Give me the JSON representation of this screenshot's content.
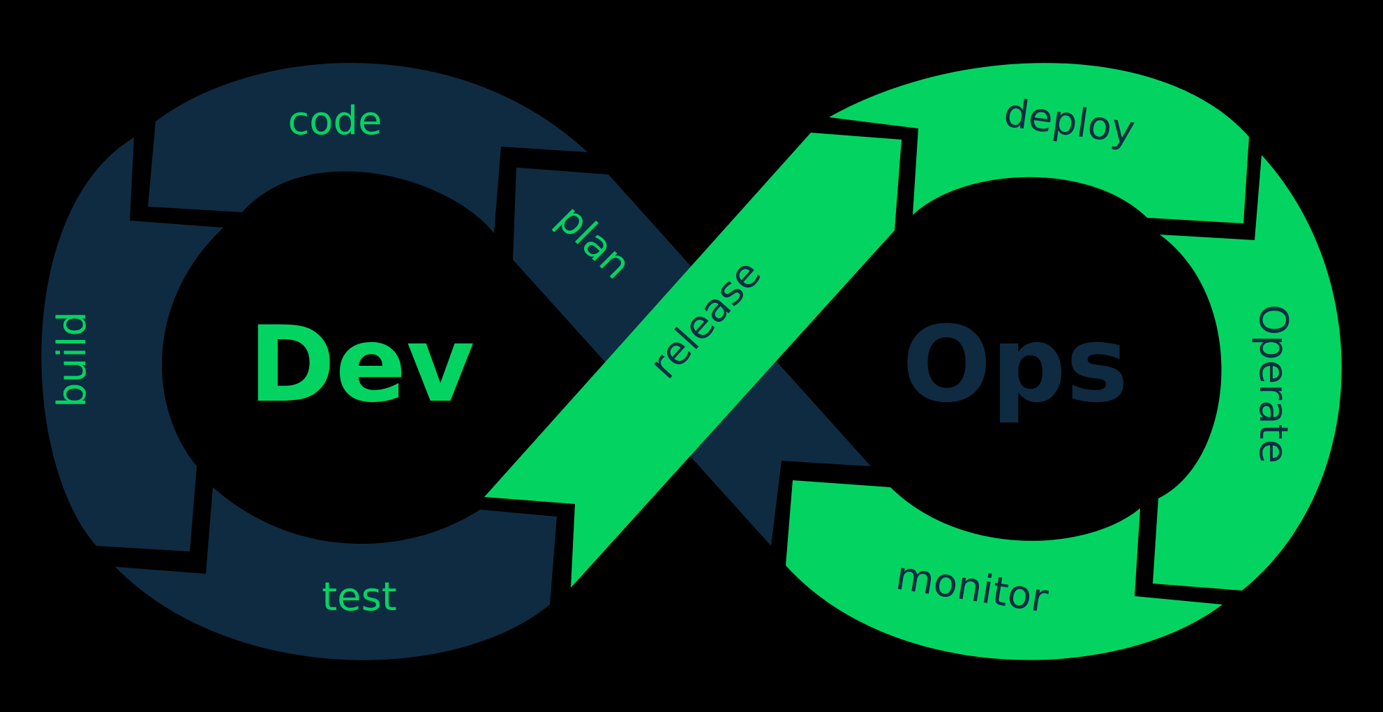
{
  "colors": {
    "background": "#000000",
    "navy": "#0f2b42",
    "green": "#03d461"
  },
  "dev": {
    "title": "Dev",
    "stages": {
      "plan": "plan",
      "code": "code",
      "build": "build",
      "test": "test"
    }
  },
  "ops": {
    "title": "Ops",
    "stages": {
      "release": "release",
      "deploy": "deploy",
      "operate": "Operate",
      "monitor": "monitor"
    }
  }
}
